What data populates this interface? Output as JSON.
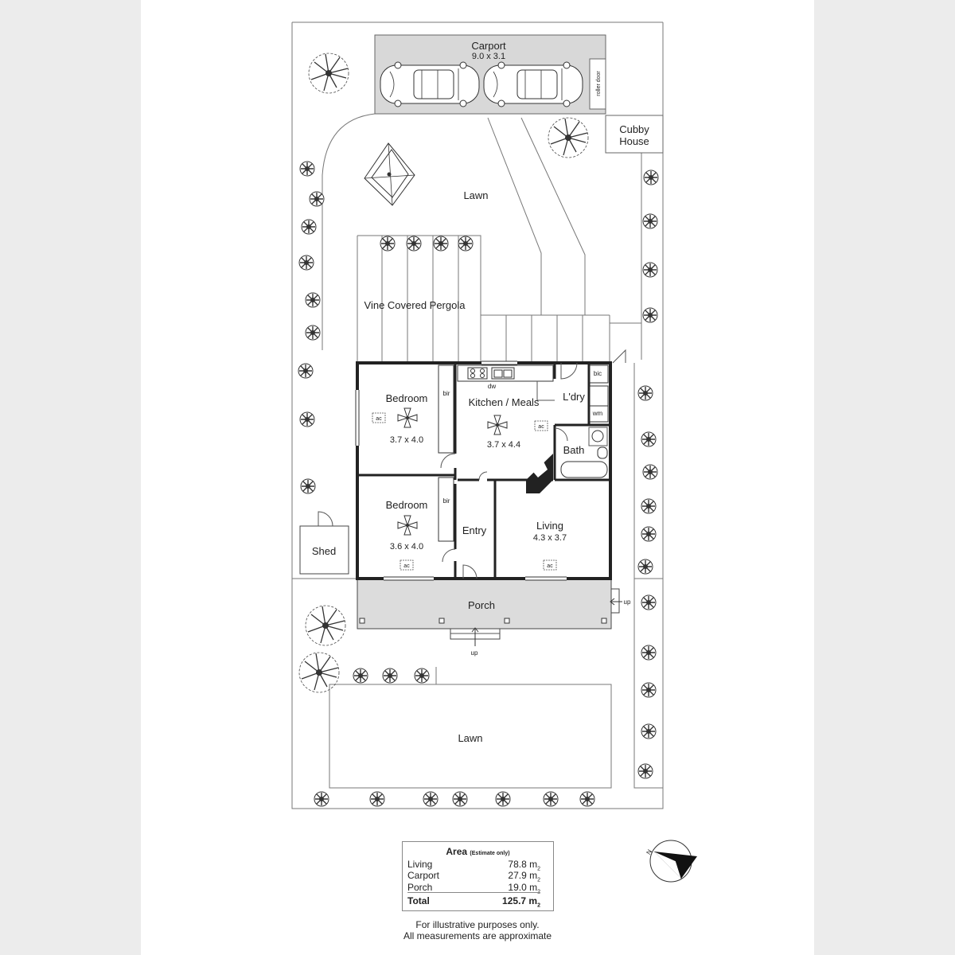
{
  "labels": {
    "carport": "Carport",
    "carport_dim": "9.0 x 3.1",
    "roller_door": "roller door",
    "cubby": "Cubby",
    "cubby2": "House",
    "lawn_top": "Lawn",
    "pergola": "Vine Covered Pergola",
    "bedroom1": "Bedroom",
    "bedroom1_dim": "3.7 x 4.0",
    "bedroom2": "Bedroom",
    "bedroom2_dim": "3.6 x 4.0",
    "bir": "bir",
    "kitchen": "Kitchen / Meals",
    "kitchen_dim": "3.7 x 4.4",
    "dw": "dw",
    "laundry": "L'dry",
    "bic": "bic",
    "wm": "wm",
    "bath": "Bath",
    "entry": "Entry",
    "living": "Living",
    "living_dim": "4.3 x 3.7",
    "ac": "ac",
    "shed": "Shed",
    "porch": "Porch",
    "up": "up",
    "lawn_bottom": "Lawn"
  },
  "area": {
    "title": "Area",
    "title_note": "(Estimate only)",
    "unit": "2",
    "rows": [
      {
        "label": "Living",
        "value": "78.8 m"
      },
      {
        "label": "Carport",
        "value": "27.9 m"
      },
      {
        "label": "Porch",
        "value": "19.0 m"
      }
    ],
    "total_label": "Total",
    "total_value": "125.7 m"
  },
  "disclaimer": {
    "line1": "For illustrative purposes only.",
    "line2": "All measurements are approximate"
  },
  "compass": {
    "letter": "N"
  },
  "colors": {
    "carport_fill": "#d8d8d8",
    "porch_fill": "#dcdcdc",
    "wall": "#222222",
    "background": "#ececec",
    "sheet": "#ffffff"
  }
}
